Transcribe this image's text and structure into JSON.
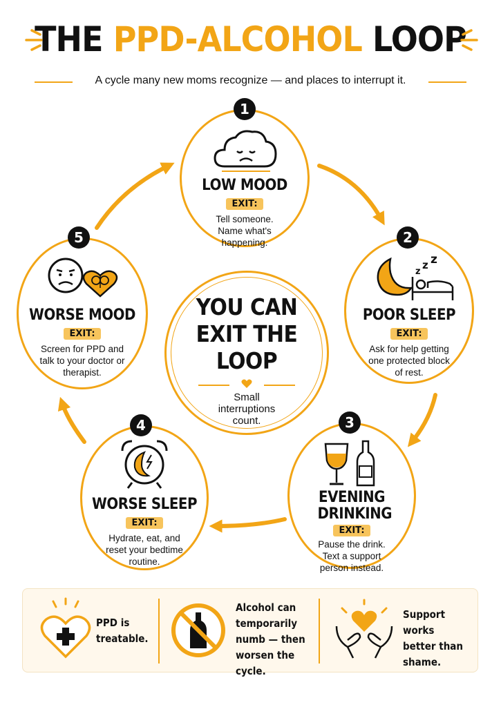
{
  "header": {
    "title_part1": "THE ",
    "title_accent": "PPD-ALCOHOL",
    "title_part2": " LOOP",
    "subtitle": "A cycle many new moms recognize — and places to interrupt it."
  },
  "colors": {
    "accent": "#F2A516",
    "exit_badge": "#F7C45C",
    "panel_bg": "#FFF8EC",
    "text": "#111111"
  },
  "steps": [
    {
      "number": "1",
      "title": "LOW MOOD",
      "exit_label": "EXIT:",
      "text": "Tell someone. Name what's happening.",
      "icon": "sad-cloud-icon"
    },
    {
      "number": "2",
      "title": "POOR SLEEP",
      "exit_label": "EXIT:",
      "text": "Ask for help getting one protected block of rest.",
      "icon": "moon-bed-icon"
    },
    {
      "number": "3",
      "title": "EVENING DRINKING",
      "exit_label": "EXIT:",
      "text": "Pause the drink. Text a support person instead.",
      "icon": "wine-bottle-icon"
    },
    {
      "number": "4",
      "title": "WORSE SLEEP",
      "exit_label": "EXIT:",
      "text": "Hydrate, eat, and reset your bedtime routine.",
      "icon": "alarm-clock-icon"
    },
    {
      "number": "5",
      "title": "WORSE MOOD",
      "exit_label": "EXIT:",
      "text": "Screen for PPD and talk to your doctor or therapist.",
      "icon": "sad-face-brain-icon"
    }
  ],
  "center": {
    "title": "YOU CAN EXIT THE LOOP",
    "subtitle": "Small interruptions count."
  },
  "footer": [
    {
      "text": "PPD is treatable.",
      "icon": "heart-plus-icon"
    },
    {
      "text": "Alcohol can temporarily numb — then worsen the cycle.",
      "icon": "no-alcohol-icon"
    },
    {
      "text": "Support works better than shame.",
      "icon": "hands-heart-icon"
    }
  ]
}
